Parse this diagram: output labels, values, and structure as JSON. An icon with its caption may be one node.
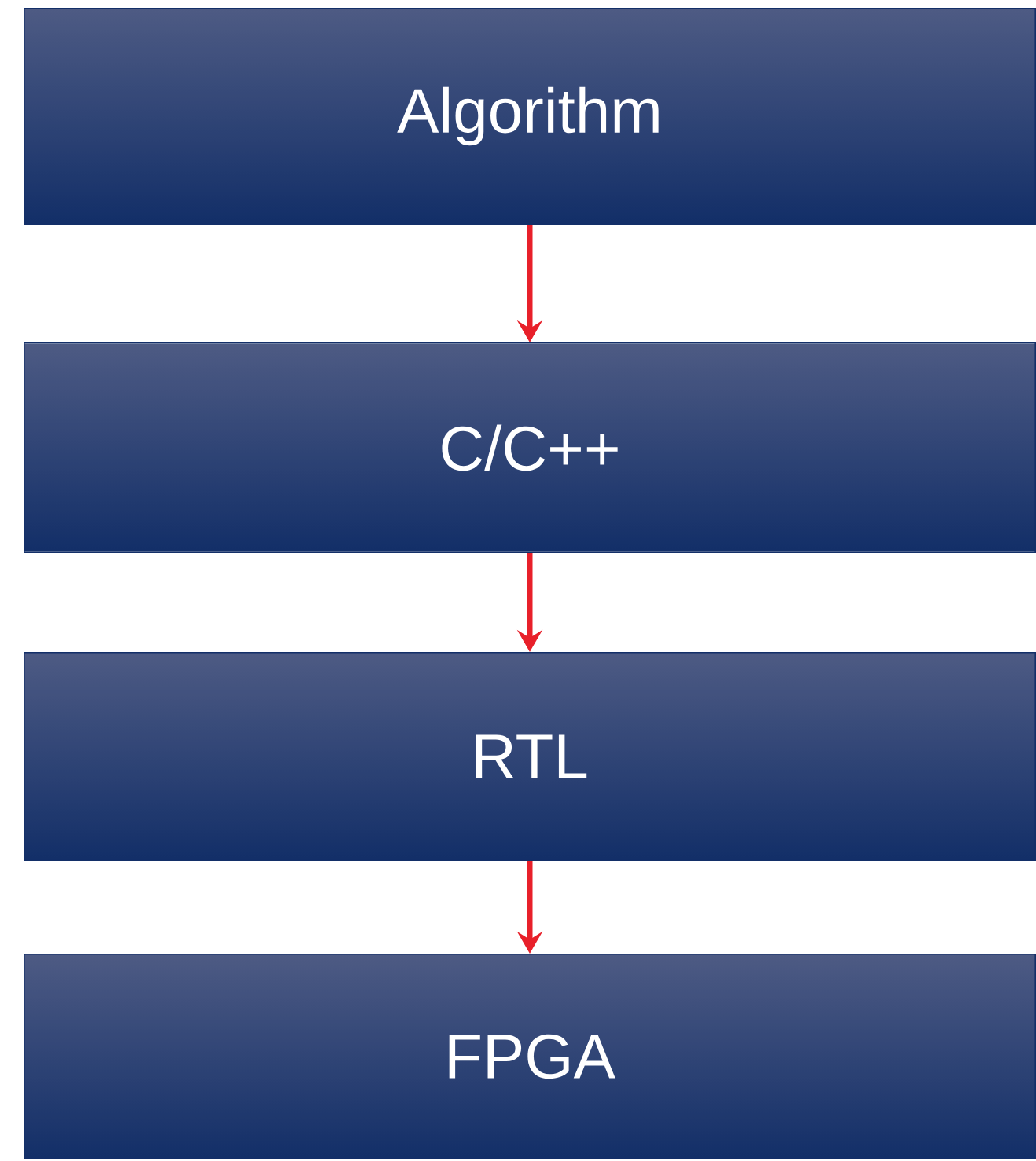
{
  "diagram": {
    "nodes": [
      {
        "text": [
          "Algorithm"
        ]
      },
      {
        "text": [
          "C/C++"
        ]
      },
      {
        "text": [
          "RTL"
        ]
      },
      {
        "text": [
          "FPGA"
        ]
      }
    ],
    "edges": [
      {
        "from": 0,
        "to": 1,
        "arrow": "to"
      },
      {
        "from": 1,
        "to": 2,
        "arrow": "to"
      },
      {
        "from": 2,
        "to": 3,
        "arrow": "to"
      }
    ]
  }
}
